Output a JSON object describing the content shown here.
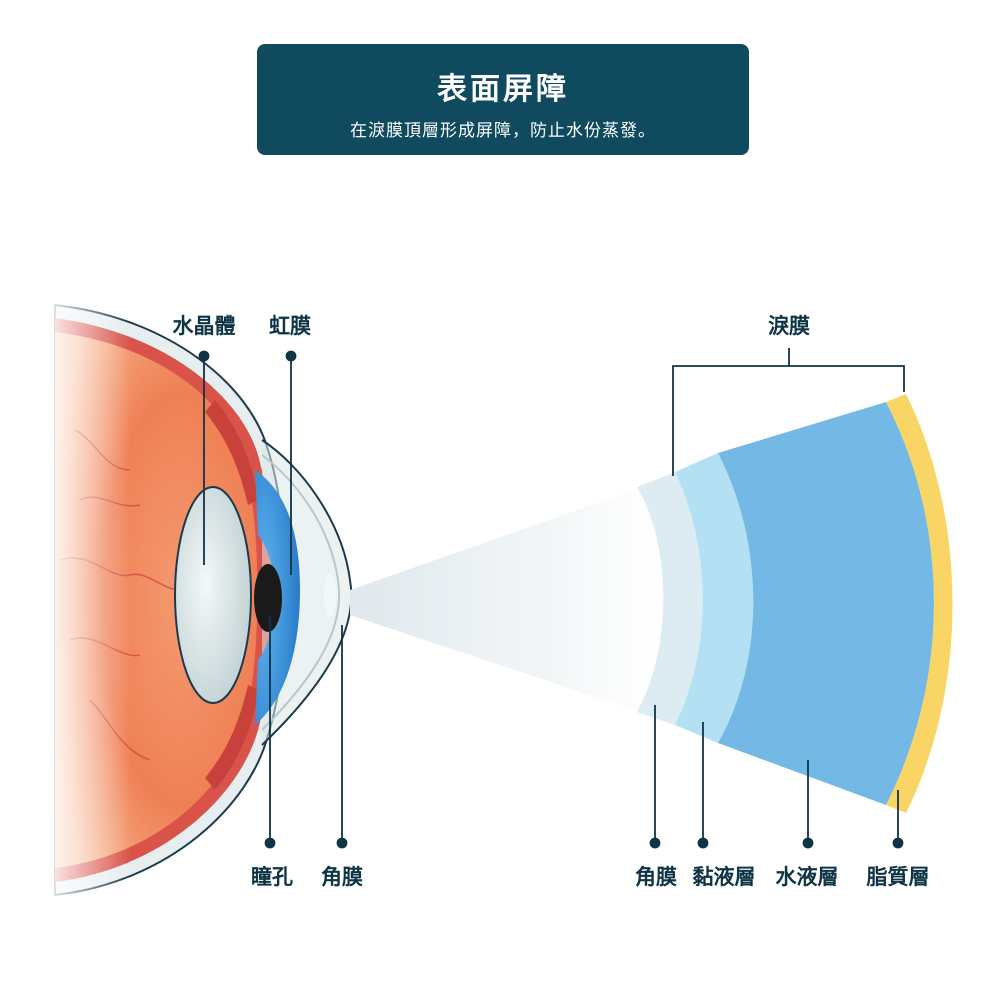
{
  "header": {
    "title": "表面屏障",
    "subtitle": "在淚膜頂層形成屏障，防止水份蒸發。"
  },
  "labels": {
    "lens": "水晶體",
    "iris": "虹膜",
    "pupil": "瞳孔",
    "cornea_eye": "角膜",
    "tear_film": "淚膜",
    "cornea_layer": "角膜",
    "mucin_layer": "黏液層",
    "aqueous_layer": "水液層",
    "lipid_layer": "脂質層"
  },
  "colors": {
    "banner": "#0f4a5f",
    "label_text": "#0f3446",
    "iris": "#2f8fd8",
    "mucin": "#b3e0f2",
    "aqueous": "#74b8e6",
    "lipid": "#f9d565"
  }
}
